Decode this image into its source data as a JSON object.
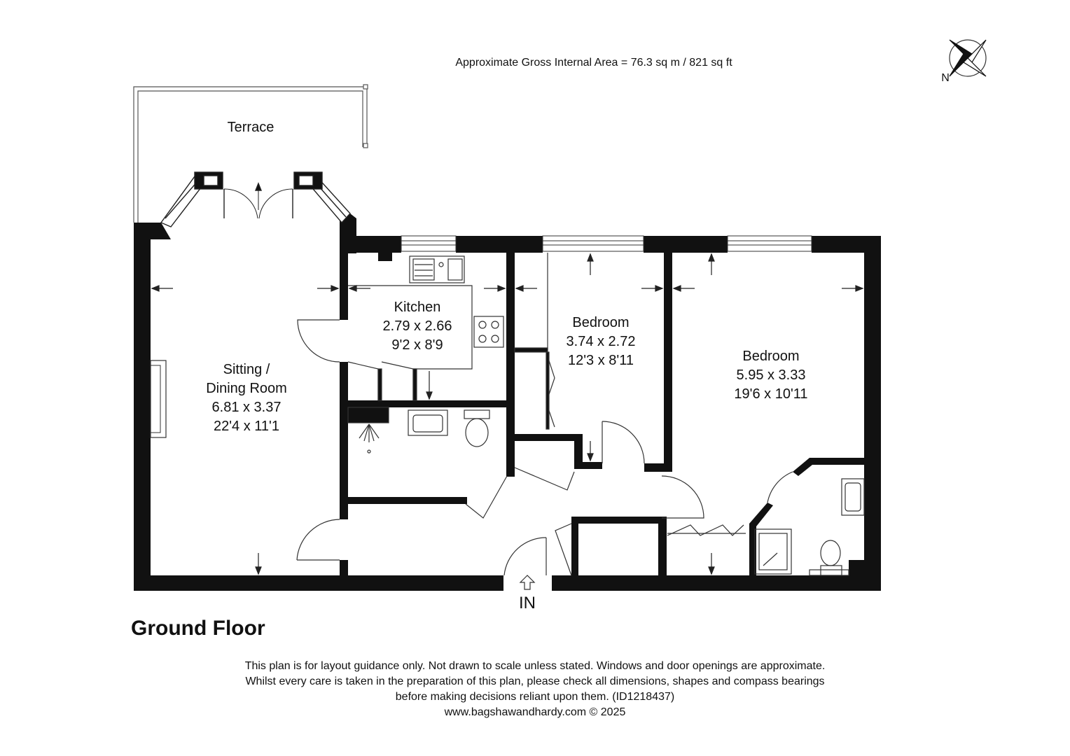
{
  "header": {
    "gross_area": "Approximate Gross Internal Area = 76.3 sq m / 821 sq ft"
  },
  "compass": {
    "label": "N",
    "icon": "compass-rose-icon"
  },
  "rooms": {
    "terrace": {
      "name": "Terrace"
    },
    "sitting": {
      "name_line1": "Sitting /",
      "name_line2": "Dining Room",
      "metric": "6.81 x 3.37",
      "imperial": "22'4 x 11'1"
    },
    "kitchen": {
      "name": "Kitchen",
      "metric": "2.79 x 2.66",
      "imperial": "9'2 x 8'9"
    },
    "bedroom1": {
      "name": "Bedroom",
      "metric": "3.74 x 2.72",
      "imperial": "12'3 x 8'11"
    },
    "bedroom2": {
      "name": "Bedroom",
      "metric": "5.95 x 3.33",
      "imperial": "19'6 x 10'11"
    }
  },
  "entrance": {
    "label": "IN"
  },
  "floor": {
    "title": "Ground Floor"
  },
  "footer": {
    "line1": "This plan is for layout guidance only. Not drawn to scale unless stated. Windows and door openings are approximate.",
    "line2": "Whilst every care is taken in the preparation of this plan, please check all dimensions, shapes and compass bearings",
    "line3": "before making decisions reliant upon them. (ID1218437)",
    "line4": "www.bagshawandhardy.com © 2025"
  },
  "colors": {
    "wall": "#111111",
    "line": "#333333",
    "background": "#ffffff"
  }
}
